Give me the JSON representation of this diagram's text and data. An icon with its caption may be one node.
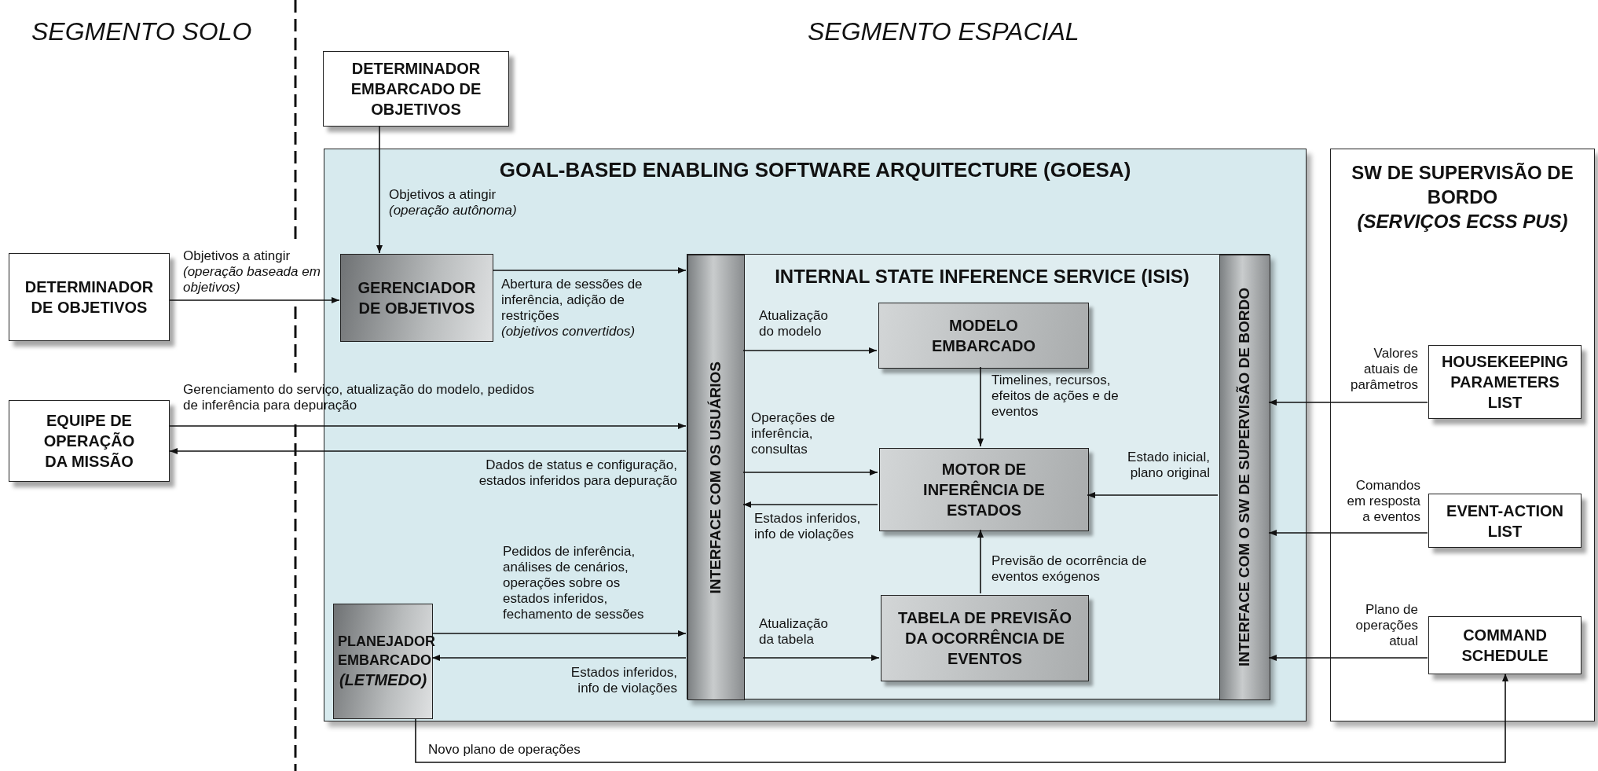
{
  "diagram": {
    "nodes": [
      {
        "text": [
          "DETERMINADOR EMBARCADO DE OBJETIVOS"
        ]
      },
      {
        "text": [
          "GOAL-BASED ENABLING SOFTWARE ARQUITECTURE (GOESA)"
        ]
      },
      {
        "text": [
          "GERENCIADOR DE OBJETIVOS"
        ],
        "in": 1
      },
      {
        "text": [
          "INTERNAL STATE INFERENCE SERVICE (ISIS)"
        ],
        "in": 1
      },
      {
        "text": [
          "INTERFACE COM OS USUÁRIOS"
        ],
        "in": 3
      },
      {
        "text": [
          "MODELO EMBARCADO"
        ],
        "in": 3
      },
      {
        "text": [
          "MOTOR DE INFERÊNCIA DE ESTADOS"
        ],
        "in": 3
      },
      {
        "text": [
          "TABELA DE PREVISÃO DA OCORRÊNCIA DE EVENTOS"
        ],
        "in": 3
      },
      {
        "text": [
          "INTERFACE COM O SW DE SUPERVISÃO DE BORDO"
        ],
        "in": 3
      },
      {
        "text": [
          "PLANEJADOR EMBARCADO",
          "(LETMEDO)"
        ],
        "in": 1
      },
      {
        "text": [
          "SW DE SUPERVISÃO DE BORDO",
          "(SERVIÇOS ECSS PUS)"
        ]
      },
      {
        "text": [
          "HOUSEKEEPING PARAMETERS LIST"
        ],
        "in": 10
      },
      {
        "text": [
          "EVENT-ACTION LIST"
        ],
        "in": 10
      },
      {
        "text": [
          "COMMAND SCHEDULE"
        ],
        "in": 10
      },
      {
        "text": [
          "DETERMINADOR DE OBJETIVOS"
        ]
      },
      {
        "text": [
          "EQUIPE DE OPERAÇÃO DA MISSÃO"
        ]
      }
    ],
    "edges": [
      {
        "from": 0,
        "to": 2,
        "arrow": "to",
        "label": "Objetivos a atingir *(operação autônoma)*"
      },
      {
        "from": 14,
        "to": 2,
        "arrow": "to",
        "label": "Objetivos a atingir *(operação baseada em objetivos)*"
      },
      {
        "from": 2,
        "to": 4,
        "arrow": "to",
        "label": "Abertura de sessões de inferência, adição de restrições *(objetivos convertidos)*"
      },
      {
        "from": 15,
        "to": 4,
        "arrow": "to",
        "label": "Gerenciamento do serviço, atualização do modelo, pedidos de inferência para depuração"
      },
      {
        "from": 4,
        "to": 15,
        "arrow": "to",
        "label": "Dados de status e configuração, estados inferidos para depuração"
      },
      {
        "from": 9,
        "to": 4,
        "arrow": "to",
        "label": "Pedidos de inferência, análises de cenários, operações sobre os estados inferidos, fechamento de sessões"
      },
      {
        "from": 4,
        "to": 9,
        "arrow": "to",
        "label": "Estados inferidos, info de violações"
      },
      {
        "from": 4,
        "to": 5,
        "arrow": "to",
        "label": "Atualização do modelo"
      },
      {
        "from": 4,
        "to": 6,
        "arrow": "to",
        "label": "Operações de inferência, consultas"
      },
      {
        "from": 6,
        "to": 4,
        "arrow": "to",
        "label": "Estados inferidos, info de violações"
      },
      {
        "from": 4,
        "to": 7,
        "arrow": "to",
        "label": "Atualização da tabela"
      },
      {
        "from": 5,
        "to": 6,
        "arrow": "to",
        "label": "Timelines, recursos, efeitos de ações e de eventos"
      },
      {
        "from": 7,
        "to": 6,
        "arrow": "to",
        "label": "Previsão de ocorrência de eventos exógenos"
      },
      {
        "from": 8,
        "to": 6,
        "arrow": "to",
        "label": "Estado inicial, plano original"
      },
      {
        "from": 11,
        "to": 8,
        "arrow": "to",
        "label": "Valores atuais de parâmetros"
      },
      {
        "from": 12,
        "to": 8,
        "arrow": "to",
        "label": "Comandos em resposta a eventos"
      },
      {
        "from": 13,
        "to": 8,
        "arrow": "to",
        "label": "Plano de operações atual"
      },
      {
        "from": 9,
        "to": 13,
        "arrow": "to",
        "label": "Novo plano de operações"
      }
    ],
    "labels": [
      "SEGMENTO SOLO",
      "SEGMENTO ESPACIAL"
    ]
  }
}
